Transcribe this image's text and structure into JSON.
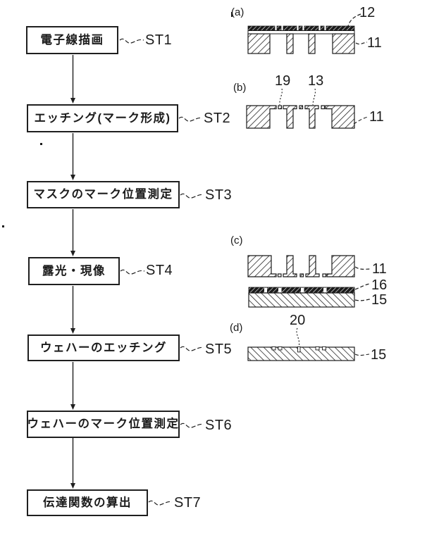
{
  "flowchart": {
    "steps": [
      {
        "label": "電子線描画",
        "tag": "ST1"
      },
      {
        "label": "エッチング(マーク形成)",
        "tag": "ST2"
      },
      {
        "label": "マスクのマーク位置測定",
        "tag": "ST3"
      },
      {
        "label": "露光・現像",
        "tag": "ST4"
      },
      {
        "label": "ウェハーのエッチング",
        "tag": "ST5"
      },
      {
        "label": "ウェハーのマーク位置測定",
        "tag": "ST6"
      },
      {
        "label": "伝達関数の算出",
        "tag": "ST7"
      }
    ]
  },
  "panels": {
    "a": {
      "letter": "(a)",
      "ref12": "12",
      "ref11": "11"
    },
    "b": {
      "letter": "(b)",
      "ref19": "19",
      "ref13": "13",
      "ref11": "11"
    },
    "c": {
      "letter": "(c)",
      "ref11": "11",
      "ref16": "16",
      "ref15": "15"
    },
    "d": {
      "letter": "(d)",
      "ref20": "20",
      "ref15": "15"
    }
  },
  "colors": {
    "ink": "#1b1b1b",
    "background": "#ffffff"
  }
}
